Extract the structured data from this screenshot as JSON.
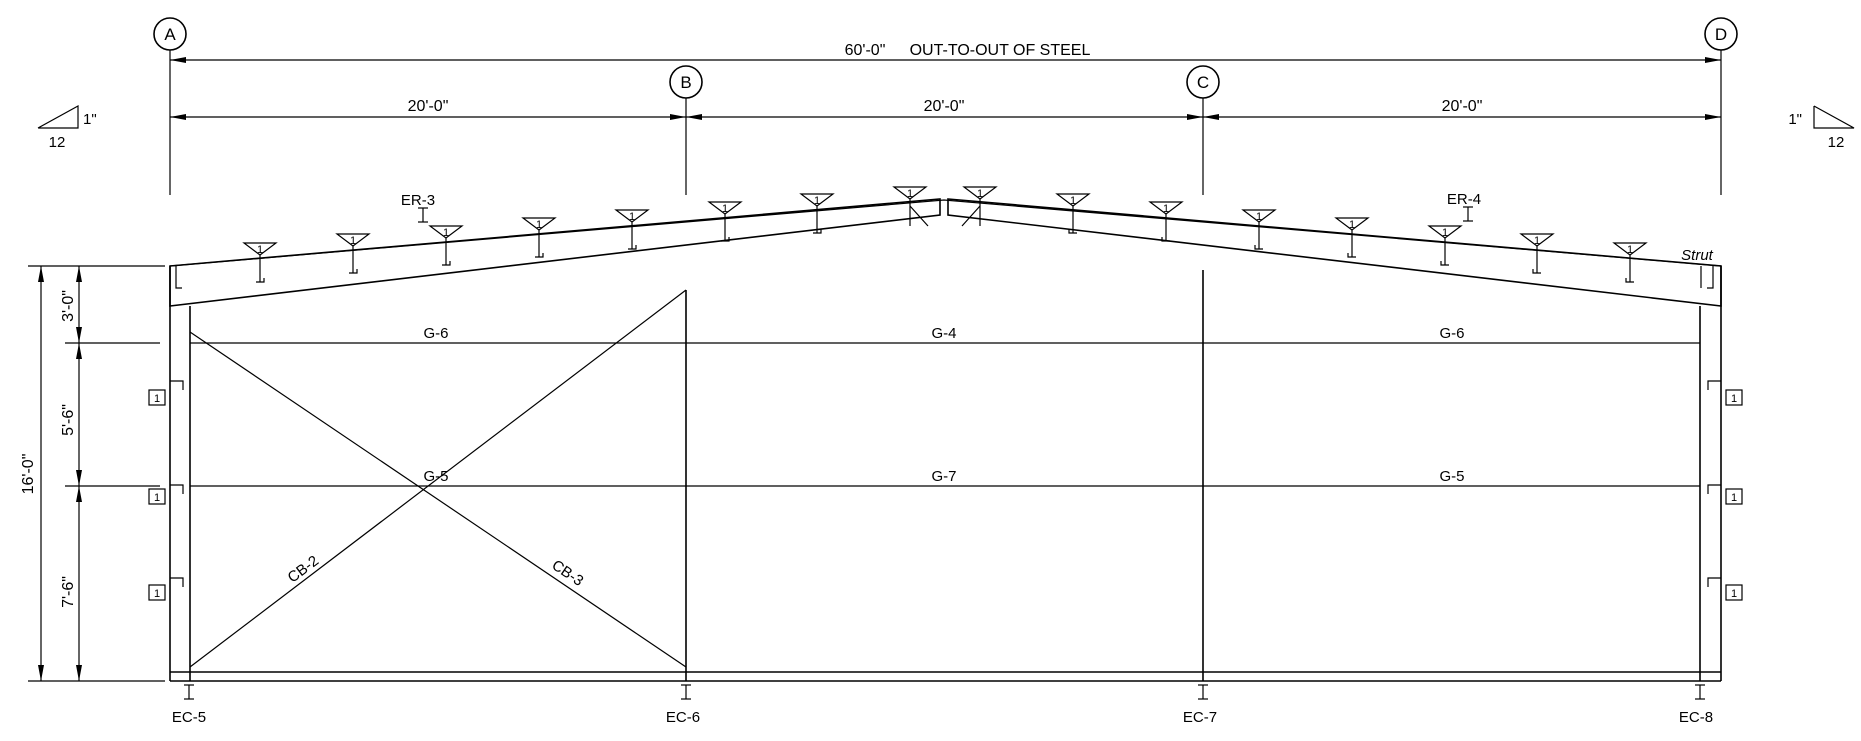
{
  "gridlines": [
    {
      "id": "A"
    },
    {
      "id": "B"
    },
    {
      "id": "C"
    },
    {
      "id": "D"
    }
  ],
  "dimensions": {
    "overall": "60'-0\"",
    "overall_note": "OUT-TO-OUT OF STEEL",
    "bays": [
      "20'-0\"",
      "20'-0\"",
      "20'-0\""
    ],
    "total_height": "16'-0\"",
    "heights": [
      "3'-0\"",
      "5'-6\"",
      "7'-6\""
    ]
  },
  "slope": {
    "left": {
      "rise": "1\"",
      "run": "12"
    },
    "right": {
      "rise": "1\"",
      "run": "12"
    }
  },
  "girts": {
    "upper": [
      "G-6",
      "G-4",
      "G-6"
    ],
    "middle": [
      "G-5",
      "G-7",
      "G-5"
    ]
  },
  "bracing": [
    "CB-2",
    "CB-3"
  ],
  "rafters": [
    "ER-3",
    "ER-4"
  ],
  "strut_label": "Strut",
  "columns": [
    "EC-5",
    "EC-6",
    "EC-7",
    "EC-8"
  ],
  "purlin_mark": "1",
  "girt_mark": "1"
}
